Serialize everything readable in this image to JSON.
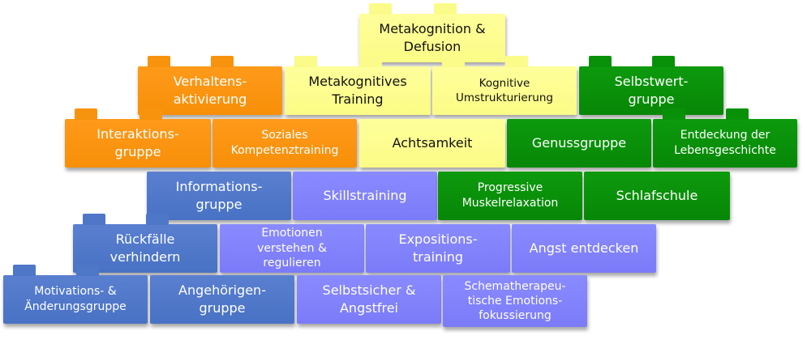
{
  "bricks": {
    "metakognition": {
      "label": "Metakognition &\nDefusion"
    },
    "verhaltensaktivierung": {
      "label": "Verhaltens-\naktivierung"
    },
    "metakognitives_training": {
      "label": "Metakognitives\nTraining"
    },
    "kognitive_umstrukturierung": {
      "label": "Kognitive\nUmstrukturierung"
    },
    "selbstwertgruppe": {
      "label": "Selbstwert-\ngruppe"
    },
    "interaktionsgruppe": {
      "label": "Interaktions-\ngruppe"
    },
    "soziales_kompetenztraining": {
      "label": "Soziales\nKompetenztraining"
    },
    "achtsamkeit": {
      "label": "Achtsamkeit"
    },
    "genussgruppe": {
      "label": "Genussgruppe"
    },
    "entdeckung_lebensgeschichte": {
      "label": "Entdeckung der\nLebensgeschichte"
    },
    "informationsgruppe": {
      "label": "Informations-\ngruppe"
    },
    "skillstraining": {
      "label": "Skillstraining"
    },
    "progressive_muskelrelaxation": {
      "label": "Progressive\nMuskelrelaxation"
    },
    "schlafschule": {
      "label": "Schlafschule"
    },
    "rueckfaelle_verhindern": {
      "label": "Rückfälle\nverhindern"
    },
    "emotionen_verstehen": {
      "label": "Emotionen\nverstehen &\nregulieren"
    },
    "expositionstraining": {
      "label": "Expositions-\ntraining"
    },
    "angst_entdecken": {
      "label": "Angst entdecken"
    },
    "motivationsgruppe": {
      "label": "Motivations- &\nÄnderungsgruppe"
    },
    "angehoerigengruppe": {
      "label": "Angehörigen-\ngruppe"
    },
    "selbstsicher_angstfrei": {
      "label": "Selbstsicher &\nAngstfrei"
    },
    "schematherapeutische": {
      "label": "Schematherapeu-\ntische Emotions-\nfokussierung"
    }
  }
}
